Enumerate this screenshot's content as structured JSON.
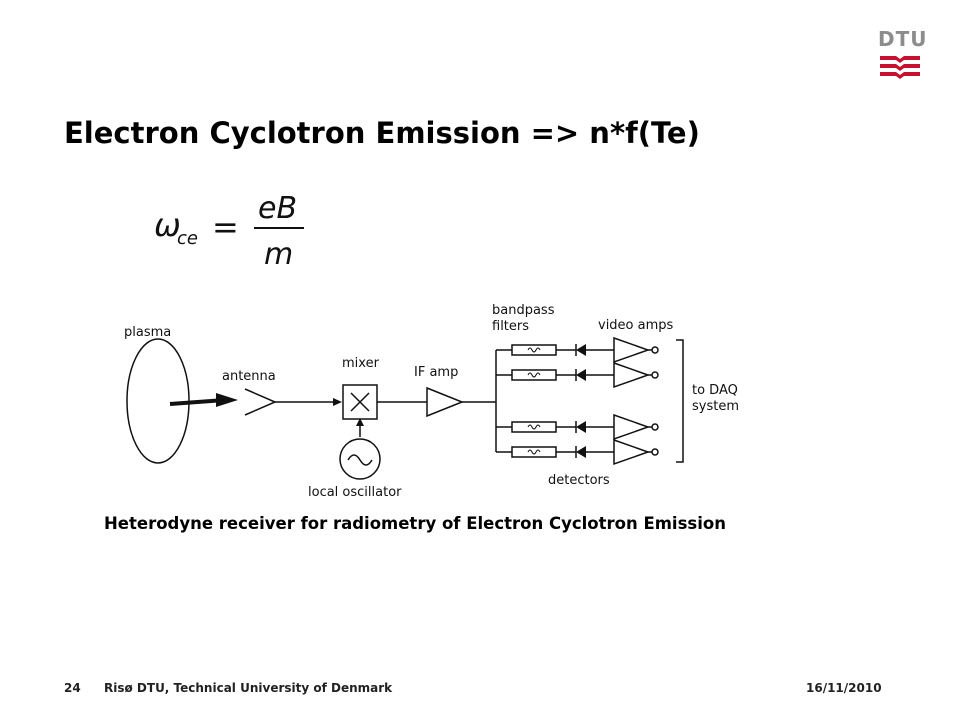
{
  "logo": {
    "text": "DTU"
  },
  "slide": {
    "title": "Electron Cyclotron Emission => n*f(Te)",
    "formula": {
      "lhs_symbol": "ω",
      "lhs_sub": "ce",
      "equals": "=",
      "numerator": "eB",
      "denominator": "m"
    }
  },
  "diagram": {
    "labels": {
      "plasma": "plasma",
      "antenna": "antenna",
      "mixer": "mixer",
      "if_amp": "IF amp",
      "bandpass": "bandpass",
      "filters": "filters",
      "video_amps": "video amps",
      "to_daq": "to DAQ",
      "system": "system",
      "local_oscillator": "local oscillator",
      "detectors": "detectors"
    },
    "caption": "Heterodyne receiver for radiometry of Electron Cyclotron Emission"
  },
  "footer": {
    "page_number": "24",
    "institution": "Risø DTU, Technical University of Denmark",
    "date": "16/11/2010"
  }
}
